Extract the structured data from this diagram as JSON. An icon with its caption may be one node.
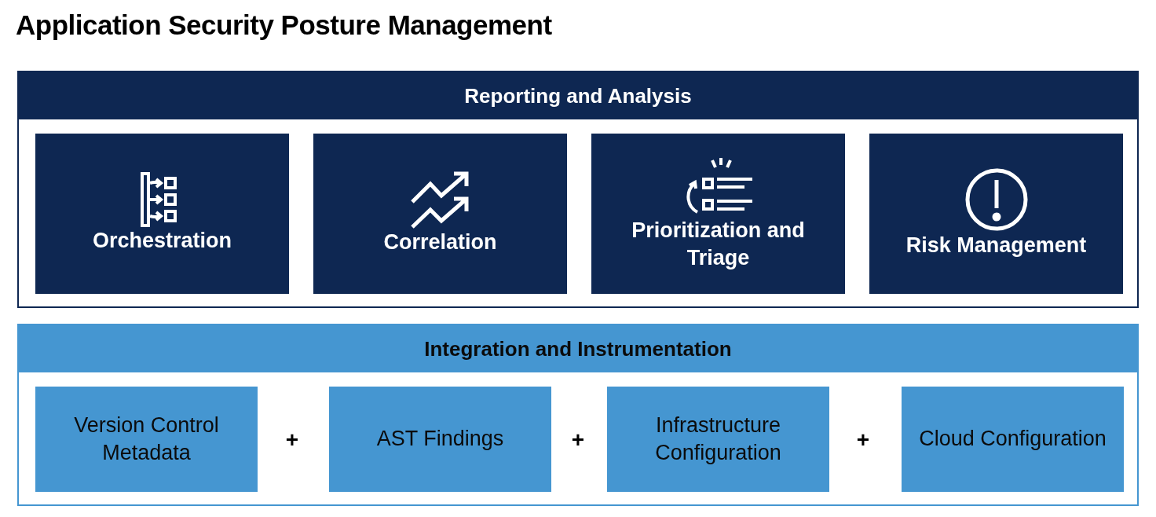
{
  "diagram": {
    "title": "Application Security Posture Management",
    "nodes": [
      {
        "text": [
          "Reporting and Analysis"
        ]
      },
      {
        "text": [
          "Orchestration"
        ],
        "in": 0
      },
      {
        "text": [
          "Correlation"
        ],
        "in": 0
      },
      {
        "text": [
          "Prioritization and Triage"
        ],
        "in": 0
      },
      {
        "text": [
          "Risk Management"
        ],
        "in": 0
      },
      {
        "text": [
          "Integration and Instrumentation"
        ]
      },
      {
        "text": [
          "Version Control Metadata"
        ],
        "in": 5
      },
      {
        "text": [
          "AST Findings"
        ],
        "in": 5
      },
      {
        "text": [
          "Infrastructure Configuration"
        ],
        "in": 5
      },
      {
        "text": [
          "Cloud Configuration"
        ],
        "in": 5
      }
    ],
    "edges": [],
    "labels": [
      "+",
      "+",
      "+"
    ]
  }
}
